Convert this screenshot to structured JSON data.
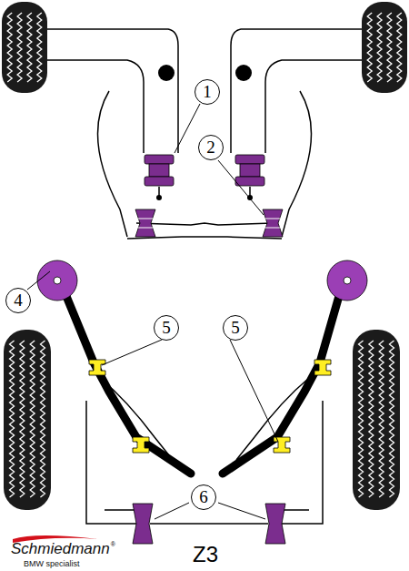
{
  "diagram": {
    "labels": [
      "1",
      "2",
      "4",
      "5",
      "5",
      "6",
      "Z3",
      "Schmiedmann",
      "®",
      "BMW specialist"
    ]
  }
}
